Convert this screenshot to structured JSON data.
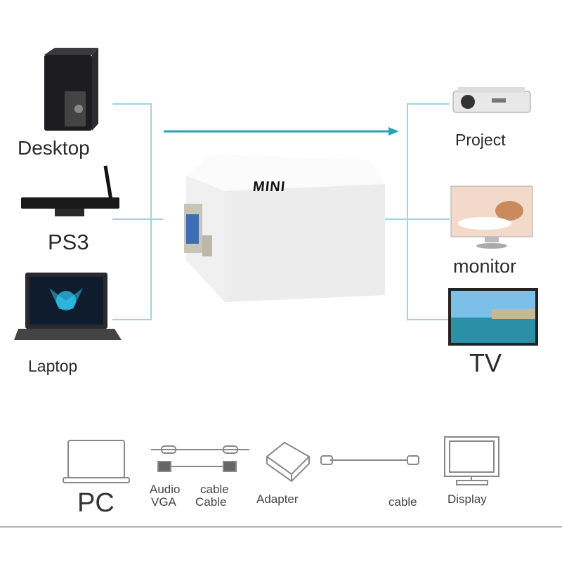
{
  "sources": [
    {
      "label": "Desktop",
      "icon": "desktop-tower-icon"
    },
    {
      "label": "PS3",
      "icon": "set-top-box-icon"
    },
    {
      "label": "Laptop",
      "icon": "laptop-icon"
    }
  ],
  "adapter": {
    "brand": "MINI"
  },
  "outputs": [
    {
      "label": "Project",
      "icon": "projector-icon"
    },
    {
      "label": "monitor",
      "icon": "monitor-icon"
    },
    {
      "label": "TV",
      "icon": "tv-icon"
    }
  ],
  "connection_diagram": {
    "pc": "PC",
    "audio": "Audio",
    "vga": "VGA",
    "cable_top": "cable",
    "cable_bottom": "Cable",
    "adapter": "Adapter",
    "cable": "cable",
    "display": "Display"
  },
  "colors": {
    "line": "#9fd3e3",
    "arrow": "#27a3b6"
  }
}
